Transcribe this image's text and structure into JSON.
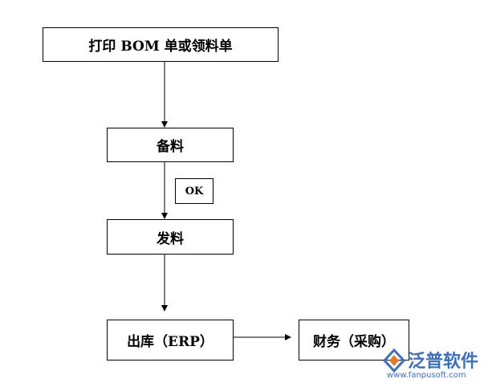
{
  "diagram": {
    "steps": {
      "print": "打印 BOM 单或领料单",
      "prepare": "备料",
      "ok": "OK",
      "issue": "发料",
      "outbound": "出库（ERP）",
      "finance": "财务（采购）"
    }
  },
  "watermark": {
    "brand": "泛普软件",
    "url": "www.fanpusoft.com"
  },
  "colors": {
    "line": "#000000",
    "brand": "#3f6fb5",
    "brand_accent": "#e07a2f"
  }
}
